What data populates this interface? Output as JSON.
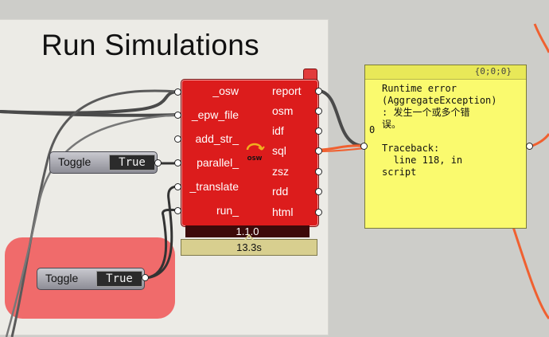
{
  "group": {
    "title": "Run Simulations"
  },
  "component": {
    "inputs": [
      "_osw",
      "_epw_file",
      "add_str_",
      "parallel_",
      "_translate",
      "run_"
    ],
    "outputs": [
      "report",
      "osm",
      "idf",
      "sql",
      "zsz",
      "rdd",
      "html"
    ],
    "icon_text": "OSW",
    "version": "1.1.0",
    "runtime": "13.3s"
  },
  "toggle_top": {
    "label": "Toggle",
    "value": "True"
  },
  "toggle_bottom": {
    "label": "Toggle",
    "value": "True"
  },
  "panel": {
    "header": "{0;0;0}",
    "index": "0",
    "text": "Runtime error\n(AggregateException)\n: 发生一个或多个错\n误。\n\nTraceback:\n  line 118, in\nscript"
  },
  "colors": {
    "component": "#dc1c1c",
    "panel": "#fafa6e",
    "wire_active": "#f06030",
    "red_group": "#f06464"
  }
}
